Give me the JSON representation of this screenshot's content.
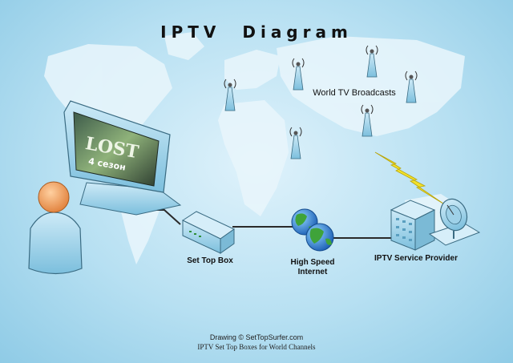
{
  "title": "IPTV Diagram",
  "labels": {
    "broadcasts": "World TV Broadcasts",
    "set_top_box": "Set Top Box",
    "internet_line1": "High Speed",
    "internet_line2": "Internet",
    "provider": "IPTV Service Provider"
  },
  "tv_screen": {
    "logo": "LOST",
    "subtitle": "4 сезон"
  },
  "footer": {
    "credit": "Drawing © SetTopSurfer.com",
    "tagline": "IPTV Set Top Boxes for World Channels"
  },
  "colors": {
    "background": "#b7e0f2",
    "map": "#e9f6fc",
    "device": "#8ecbe6",
    "line": "#2a2a2a",
    "lightning": "#f2e12a",
    "person_head": "#f0a060"
  },
  "icons": [
    "antenna-tower-icon",
    "tv-monitor-icon",
    "person-icon",
    "set-top-box-icon",
    "globe-icon",
    "server-building-icon",
    "satellite-dish-icon",
    "lightning-icon"
  ]
}
